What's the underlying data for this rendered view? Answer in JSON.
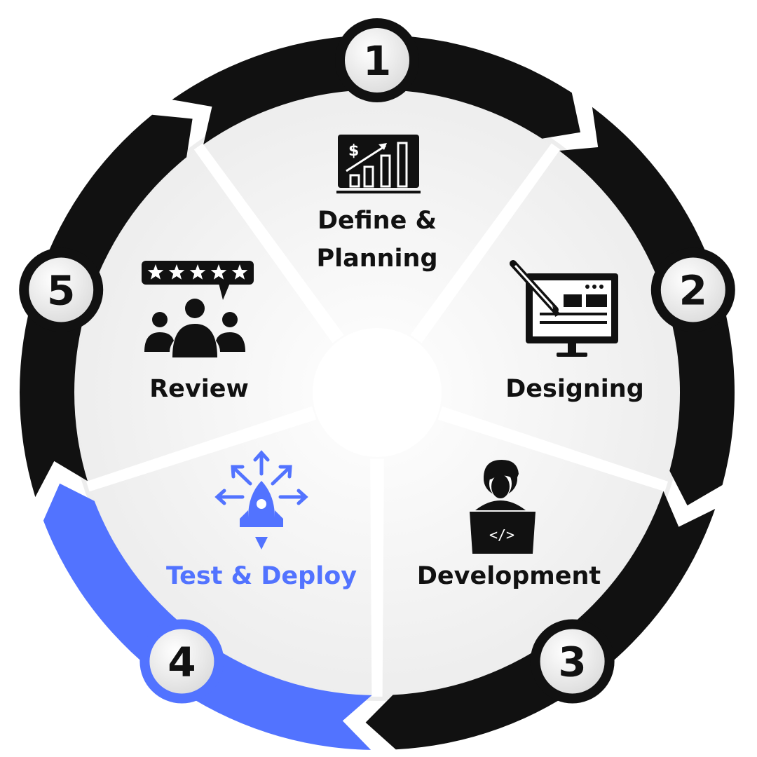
{
  "colors": {
    "dark": "#111111",
    "accent": "#5273ff",
    "disc": "#f3f3f3"
  },
  "steps": [
    {
      "number": "1",
      "label_lines": [
        "Define &",
        "Planning"
      ],
      "icon": "growth-chart-icon",
      "highlight": false
    },
    {
      "number": "2",
      "label_lines": [
        "Designing"
      ],
      "icon": "design-monitor-icon",
      "highlight": false
    },
    {
      "number": "3",
      "label_lines": [
        "Development"
      ],
      "icon": "developer-laptop-icon",
      "highlight": false
    },
    {
      "number": "4",
      "label_lines": [
        "Test & Deploy"
      ],
      "icon": "rocket-launch-icon",
      "highlight": true
    },
    {
      "number": "5",
      "label_lines": [
        "Review"
      ],
      "icon": "team-rating-icon",
      "highlight": false
    }
  ]
}
